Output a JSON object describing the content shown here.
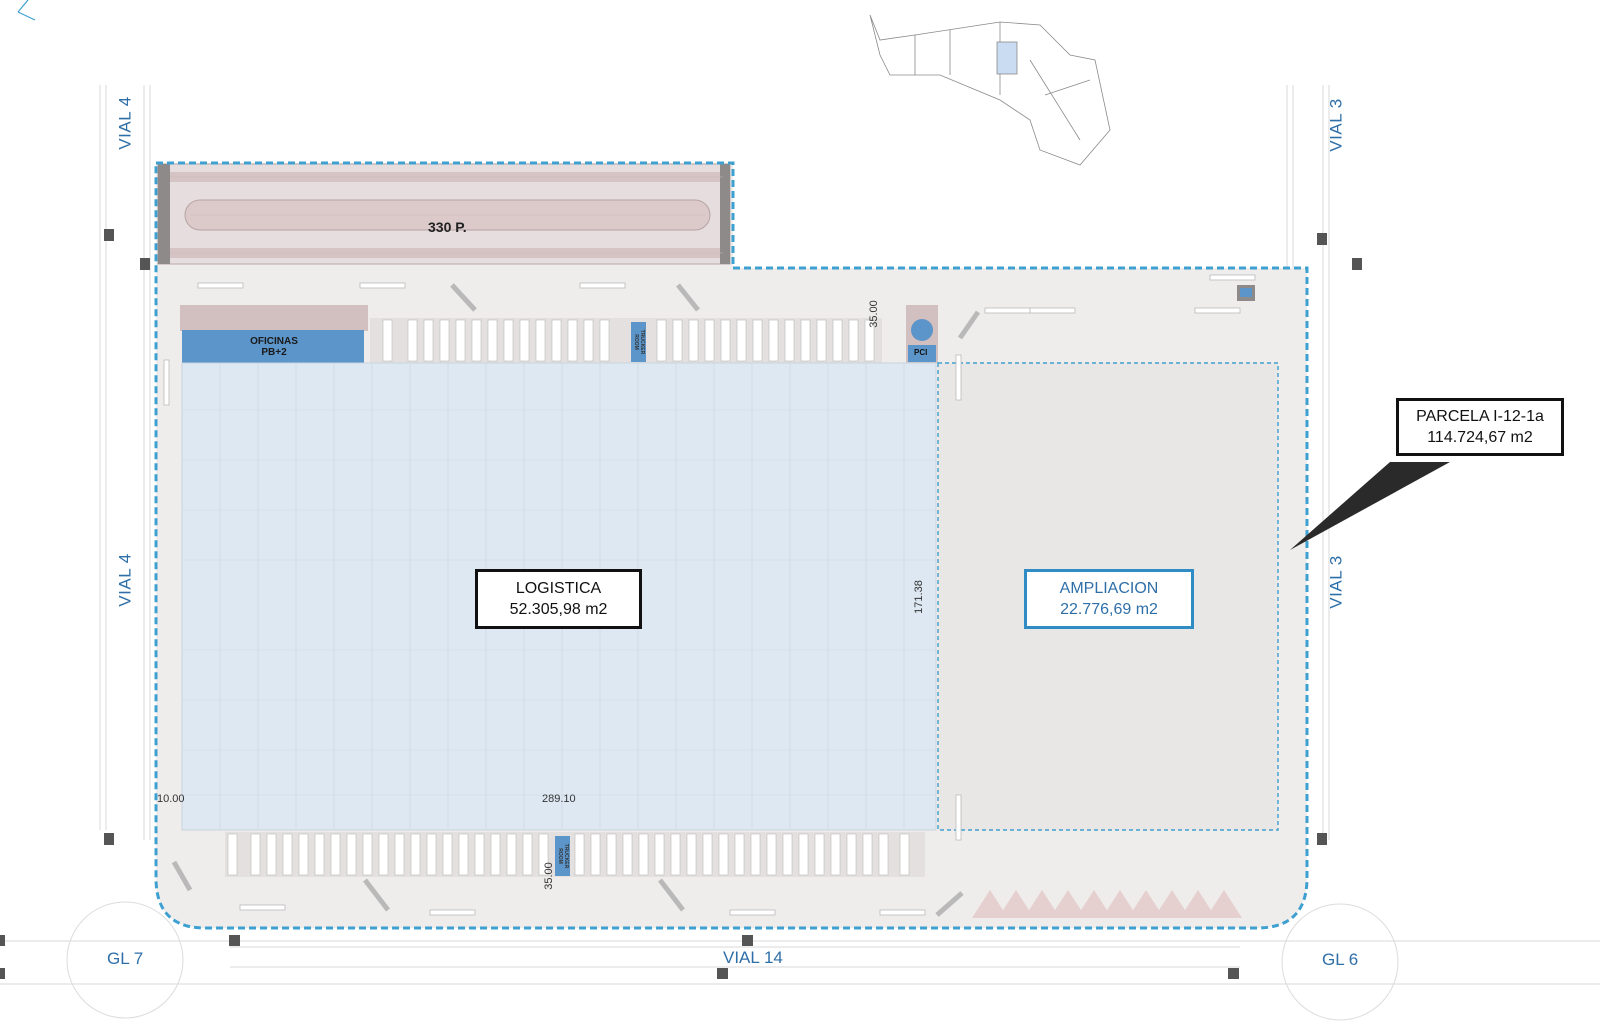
{
  "roads": {
    "vial4_top": "VIAL 4",
    "vial4_mid": "VIAL 4",
    "vial3_top": "VIAL 3",
    "vial3_mid": "VIAL 3",
    "vial14": "VIAL 14",
    "gl7": "GL 7",
    "gl6": "GL 6"
  },
  "parking": {
    "label": "330 P."
  },
  "offices": {
    "line1": "OFICINAS",
    "line2": "PB+2"
  },
  "trucker_room": {
    "line1": "TRUCKER",
    "line2": "ROOM"
  },
  "pci": {
    "label": "PCI"
  },
  "logistica": {
    "name": "LOGISTICA",
    "area": "52.305,98 m2"
  },
  "ampliacion": {
    "name": "AMPLIACION",
    "area": "22.776,69 m2"
  },
  "parcela": {
    "name": "PARCELA I-12-1a",
    "area": "114.724,67 m2"
  },
  "dimensions": {
    "dock_top": "35.00",
    "dock_bottom": "35.00",
    "depth": "171.38",
    "length": "289.10",
    "setback": "10.00"
  },
  "colors": {
    "road_text": "#2f6fa8",
    "boundary": "#3ea0d0",
    "warehouse": "#dde8f2",
    "office": "#5b95c9",
    "yard": "#ece8e8"
  }
}
